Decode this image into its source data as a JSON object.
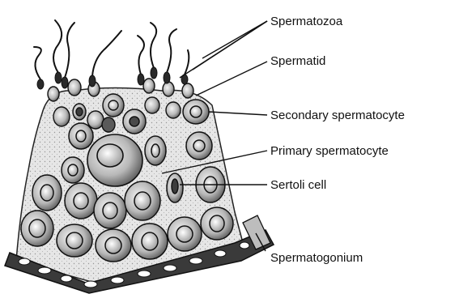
{
  "labels": {
    "spermatozoa": "Spermatozoa",
    "spermatid": "Spermatid",
    "secondary": "Secondary spermatocyte",
    "primary": "Primary spermatocyte",
    "sertoli": "Sertoli cell",
    "spermatogonium": "Spermatogonium"
  }
}
